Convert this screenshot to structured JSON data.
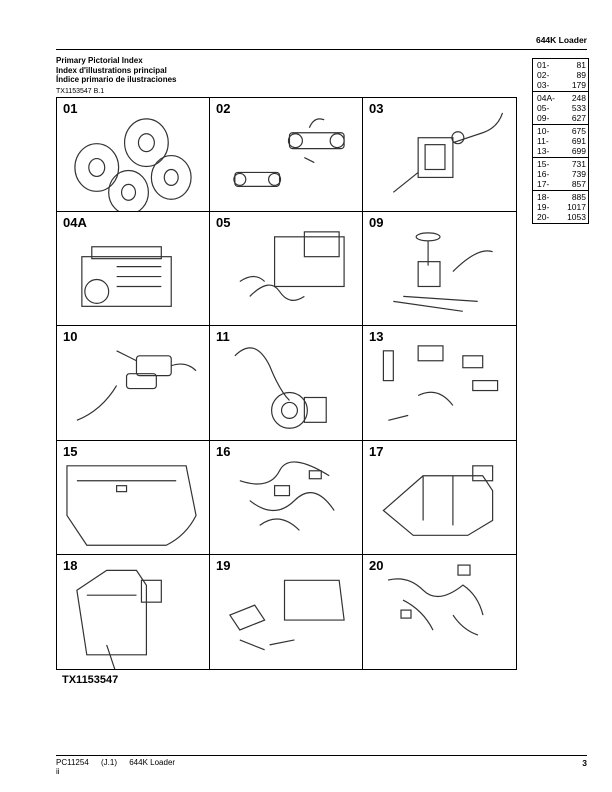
{
  "header": {
    "model": "644K  Loader"
  },
  "titles": [
    "Primary Pictorial Index",
    "Index d'illustrations principal",
    "Índice primario de ilustraciones"
  ],
  "ref_code": "TX1153547 B.1",
  "index_table": [
    [
      {
        "sec": "01-",
        "pg": "81"
      },
      {
        "sec": "02-",
        "pg": "89"
      },
      {
        "sec": "03-",
        "pg": "179"
      }
    ],
    [
      {
        "sec": "04A-",
        "pg": "248"
      },
      {
        "sec": "05-",
        "pg": "533"
      },
      {
        "sec": "09-",
        "pg": "627"
      }
    ],
    [
      {
        "sec": "10-",
        "pg": "675"
      },
      {
        "sec": "11-",
        "pg": "691"
      },
      {
        "sec": "13-",
        "pg": "699"
      }
    ],
    [
      {
        "sec": "15-",
        "pg": "731"
      },
      {
        "sec": "16-",
        "pg": "739"
      },
      {
        "sec": "17-",
        "pg": "857"
      }
    ],
    [
      {
        "sec": "18-",
        "pg": "885"
      },
      {
        "sec": "19-",
        "pg": "1017"
      },
      {
        "sec": "20-",
        "pg": "1053"
      }
    ]
  ],
  "grid_cells": [
    {
      "label": "01",
      "icon": "tires-icon"
    },
    {
      "label": "02",
      "icon": "axles-icon"
    },
    {
      "label": "03",
      "icon": "transmission-icon"
    },
    {
      "label": "04A",
      "icon": "engine-icon"
    },
    {
      "label": "05",
      "icon": "engine-harness-icon"
    },
    {
      "label": "09",
      "icon": "steering-icon"
    },
    {
      "label": "10",
      "icon": "hydraulic-harness-icon"
    },
    {
      "label": "11",
      "icon": "brake-icon"
    },
    {
      "label": "13",
      "icon": "parts-kit-icon"
    },
    {
      "label": "15",
      "icon": "counterweight-icon"
    },
    {
      "label": "16",
      "icon": "main-harness-icon"
    },
    {
      "label": "17",
      "icon": "frame-icon"
    },
    {
      "label": "18",
      "icon": "cab-icon"
    },
    {
      "label": "19",
      "icon": "hood-icon"
    },
    {
      "label": "20",
      "icon": "accessory-harness-icon"
    }
  ],
  "figure_label": "TX1153547",
  "footer": {
    "doc": "PC11254",
    "rev": "(J.1)",
    "model": "644K Loader",
    "sub": "ii",
    "page": "3"
  }
}
